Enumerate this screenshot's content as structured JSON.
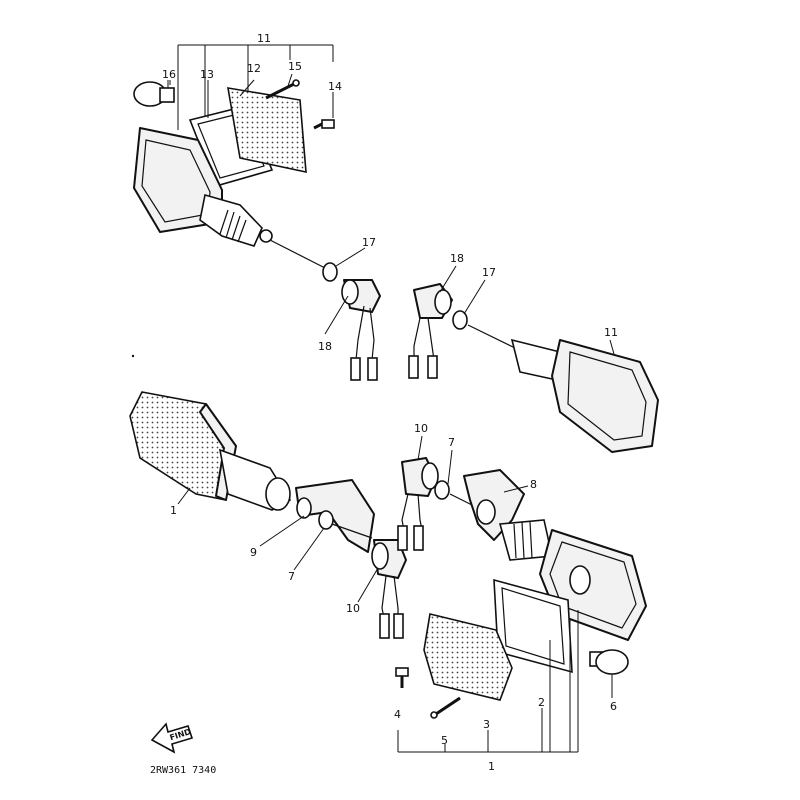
{
  "drawing_code": "2RW361 7340",
  "find_label": "FIND",
  "callouts": {
    "upper": [
      "11",
      "16",
      "13",
      "12",
      "15",
      "14",
      "17",
      "18"
    ],
    "upper_right": [
      "18",
      "17",
      "11"
    ],
    "lower_left": [
      "1",
      "9",
      "7",
      "10"
    ],
    "lower_right": [
      "10",
      "7",
      "8",
      "2",
      "3",
      "4",
      "5",
      "6",
      "1"
    ]
  }
}
